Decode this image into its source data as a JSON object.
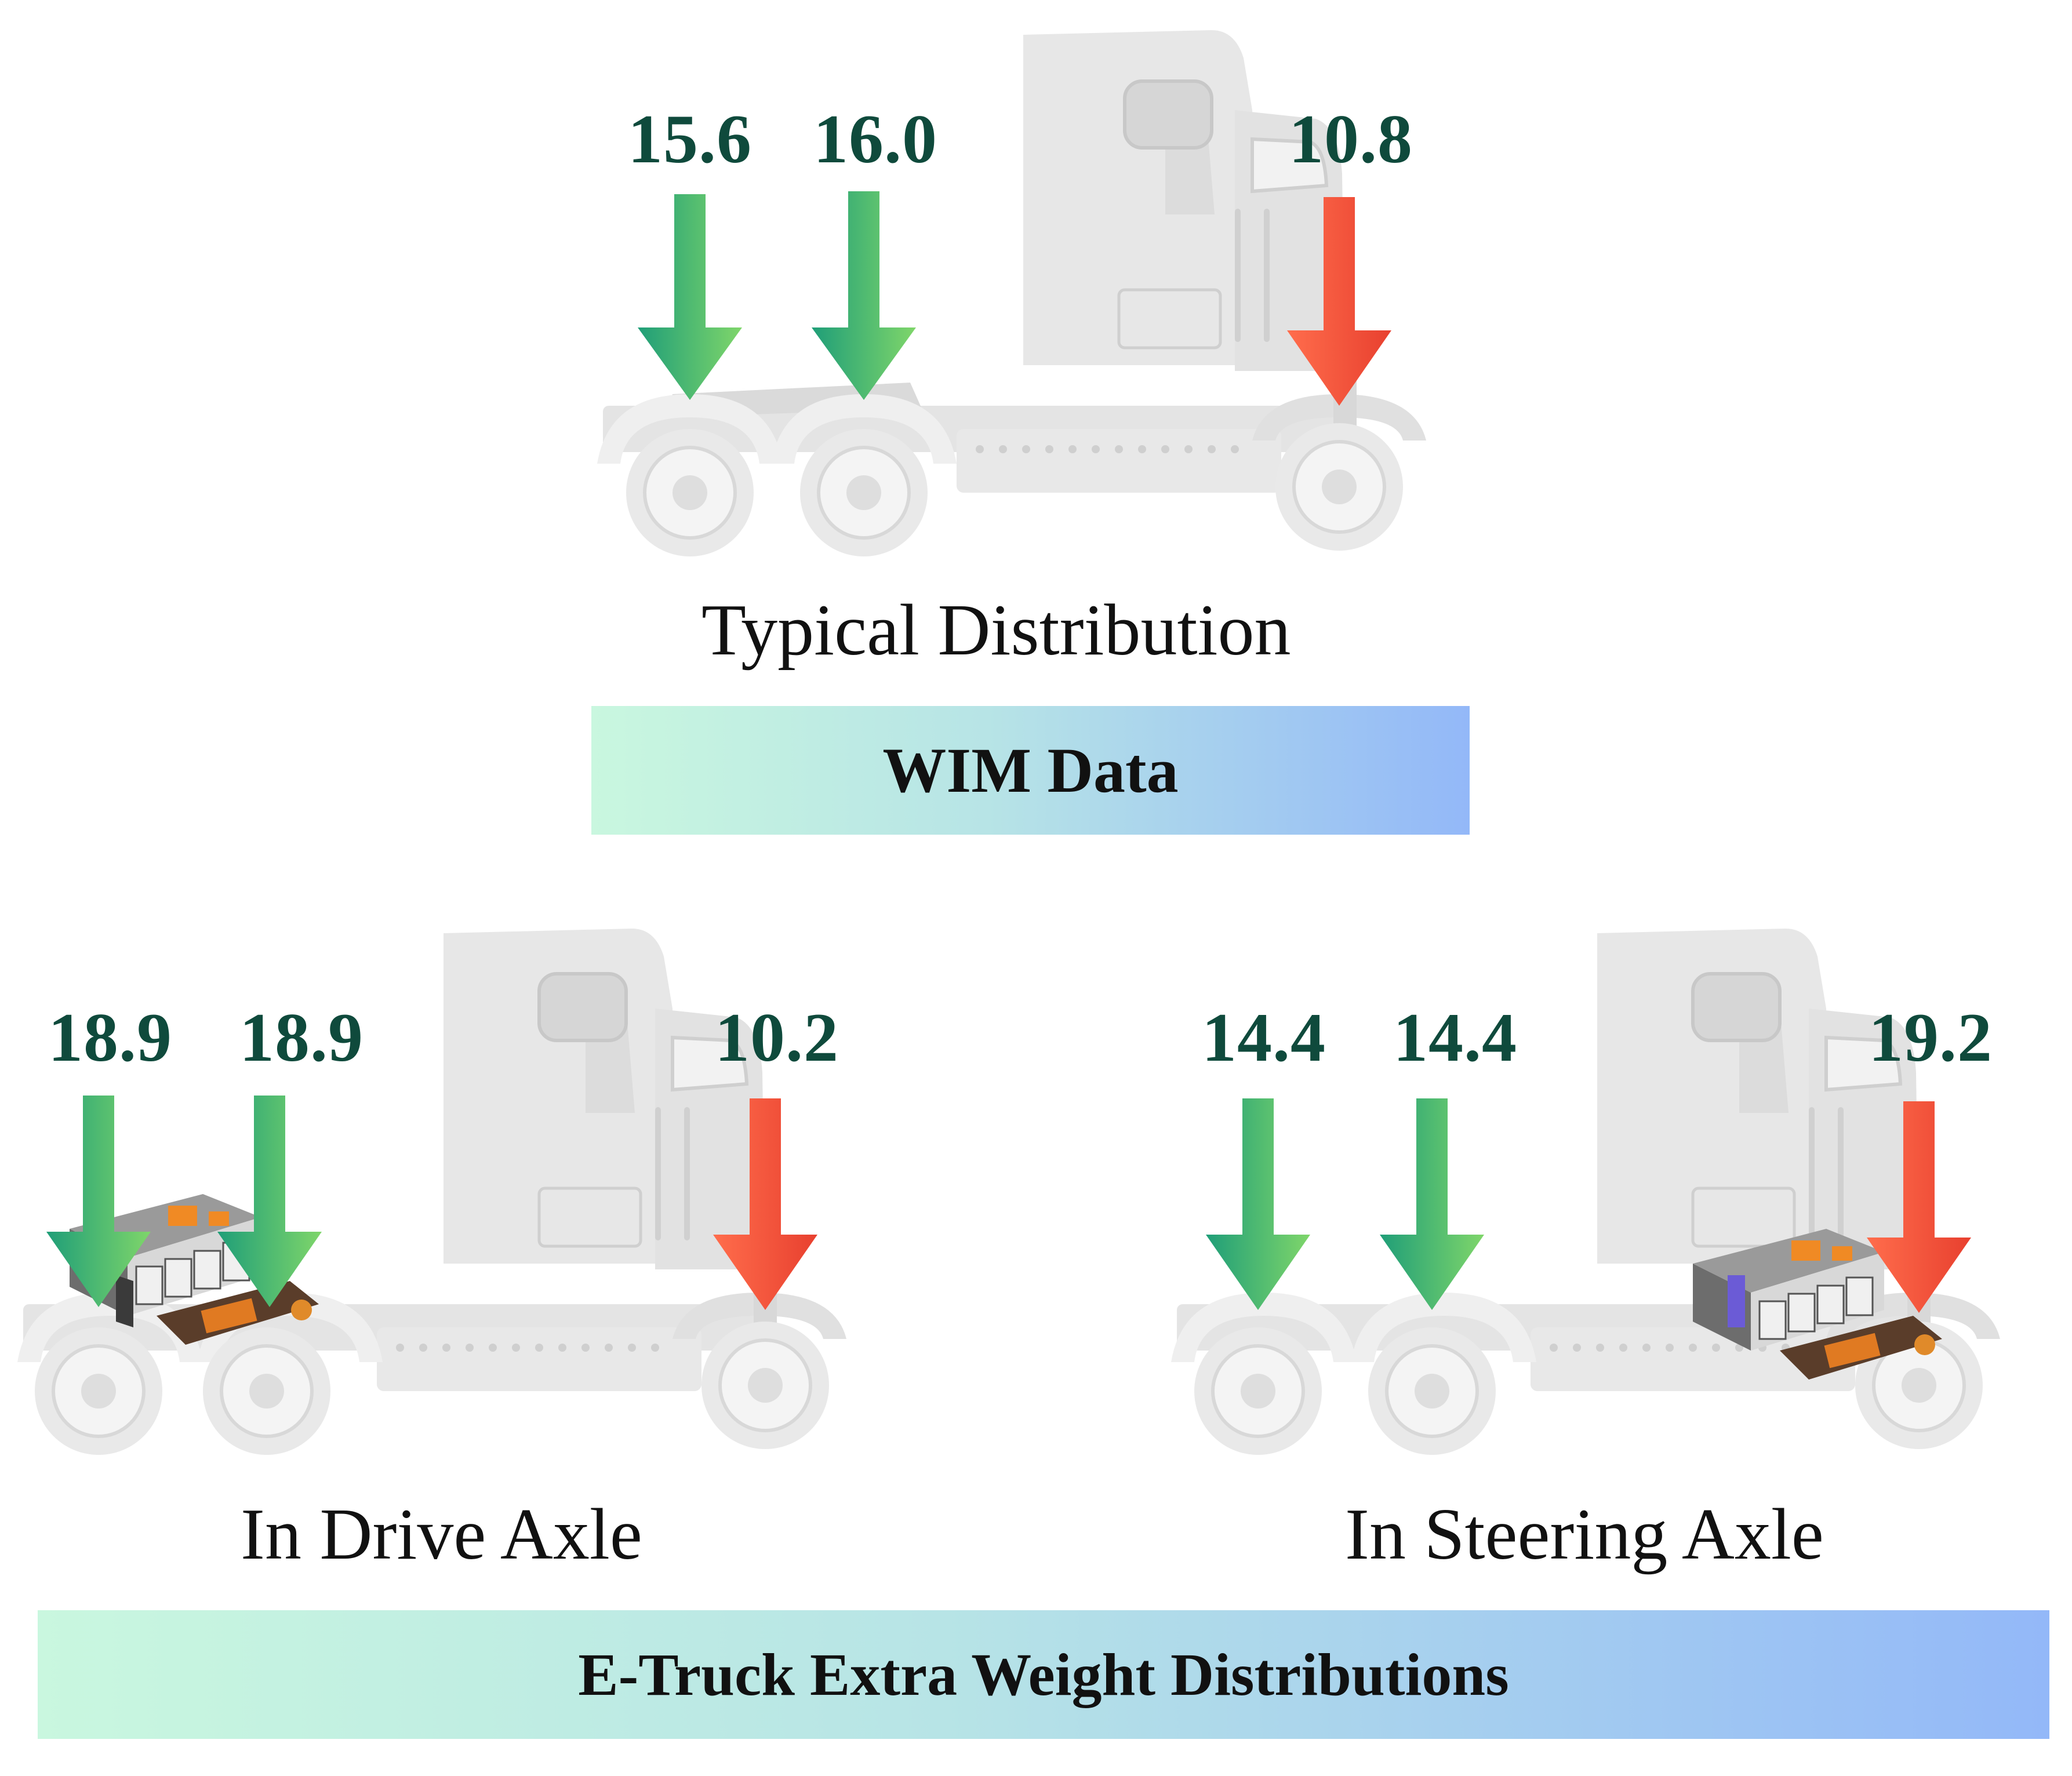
{
  "diagram": {
    "wim": {
      "caption": "Typical Distribution",
      "loads": [
        {
          "value": "15.6",
          "kind": "drive"
        },
        {
          "value": "16.0",
          "kind": "drive"
        },
        {
          "value": "10.8",
          "kind": "steer"
        }
      ]
    },
    "wim_banner": "WIM Data",
    "drive_axle": {
      "caption": "In Drive Axle",
      "battery_position": "drive axle",
      "loads": [
        {
          "value": "18.9",
          "kind": "drive"
        },
        {
          "value": "18.9",
          "kind": "drive"
        },
        {
          "value": "10.2",
          "kind": "steer"
        }
      ]
    },
    "steering_axle": {
      "caption": "In Steering Axle",
      "battery_position": "steering axle",
      "loads": [
        {
          "value": "14.4",
          "kind": "drive"
        },
        {
          "value": "14.4",
          "kind": "drive"
        },
        {
          "value": "19.2",
          "kind": "steer"
        }
      ]
    },
    "etruck_banner": "E-Truck Extra Weight Distributions"
  },
  "colors": {
    "drive_arrow_start": "#1f9e78",
    "drive_arrow_end": "#7fd66a",
    "steer_arrow_start": "#ff6a4a",
    "steer_arrow_end": "#e8402f",
    "label_text": "#0f4a3c",
    "truck_body": "#e6e6e6",
    "banner_start": "#c9f7df",
    "banner_end": "#93b8f8"
  },
  "icons": [
    "truck-illustration",
    "battery-pack-illustration",
    "down-arrow-icon"
  ]
}
